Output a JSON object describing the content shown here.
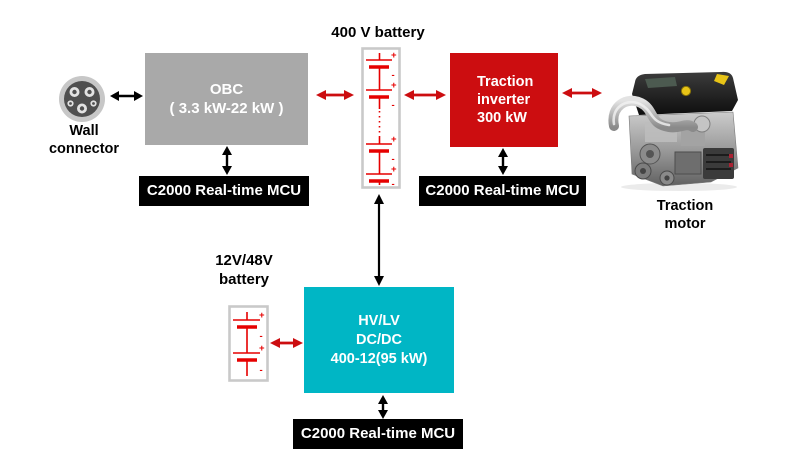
{
  "nodes": {
    "wall_connector": {
      "line1": "Wall",
      "line2": "connector"
    },
    "obc": {
      "line1": "OBC",
      "line2": "( 3.3 kW-22 kW )"
    },
    "battery_400v": {
      "label": "400 V battery"
    },
    "traction_inverter": {
      "line1": "Traction",
      "line2": "inverter",
      "line3": "300 kW"
    },
    "traction_motor": {
      "line1": "Traction",
      "line2": "motor"
    },
    "battery_12v48v": {
      "line1": "12V/48V",
      "line2": "battery"
    },
    "hv_lv_dcdc": {
      "line1": "HV/LV",
      "line2": "DC/DC",
      "line3": "400-12(95 kW)"
    },
    "mcu": {
      "label": "C2000 Real-time MCU"
    }
  },
  "colors": {
    "accent_red": "#cc0d10",
    "box_gray": "#a9a9a9",
    "box_cyan": "#00b6c5",
    "box_black": "#000000",
    "battery_red": "#e60000",
    "icon_border_gray": "#c9c9c9"
  }
}
